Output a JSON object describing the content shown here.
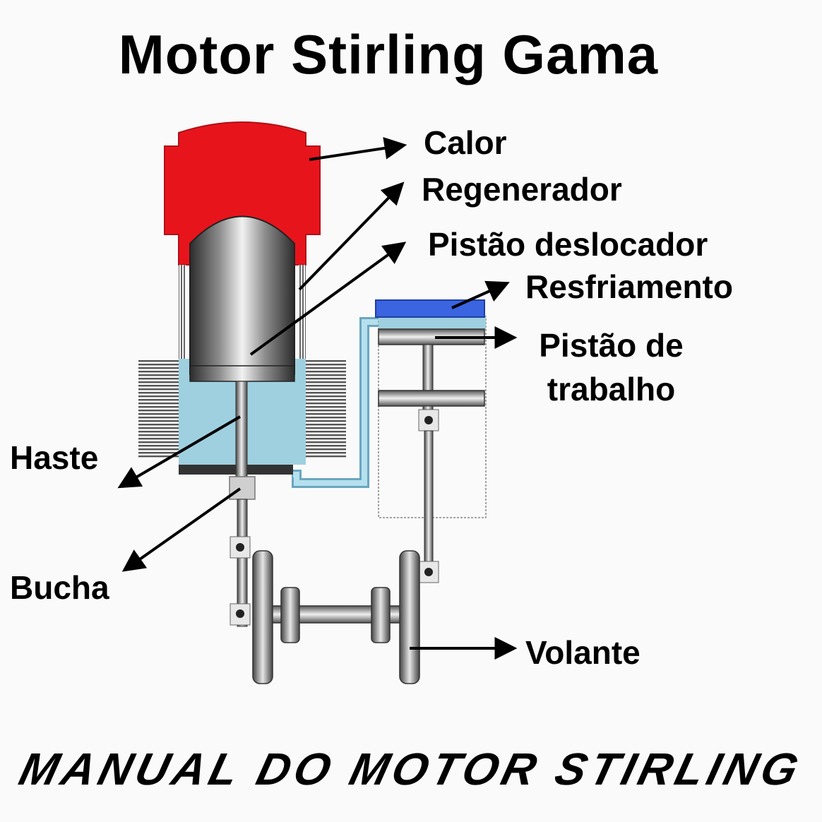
{
  "title": "Motor Stirling Gama",
  "labels": {
    "calor": "Calor",
    "regenerador": "Regenerador",
    "pistao_deslocador": "Pistão deslocador",
    "resfriamento": "Resfriamento",
    "pistao_trabalho_line1": "Pistão de",
    "pistao_trabalho_line2": "trabalho",
    "haste": "Haste",
    "bucha": "Bucha",
    "volante": "Volante"
  },
  "footer": "MANUAL DO MOTOR STIRLING",
  "colors": {
    "heat": "#e8141c",
    "cooling": "#3a64e0",
    "gas": "#9fd0e0",
    "metal_dark": "#3a3a3a",
    "metal_light": "#e6e6e6"
  }
}
